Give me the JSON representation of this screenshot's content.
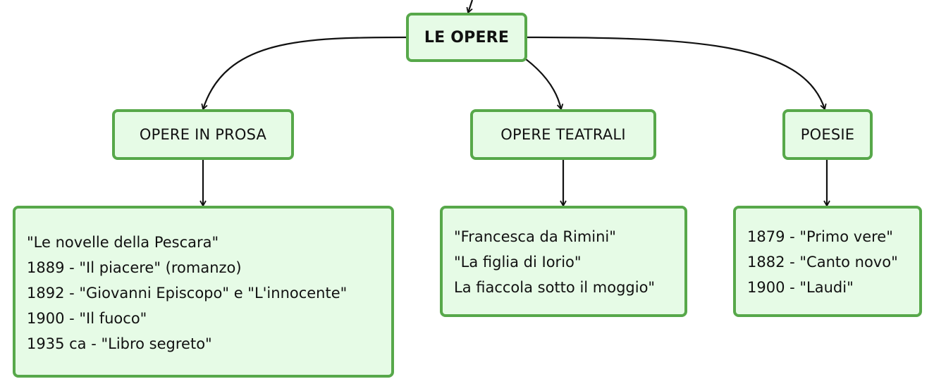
{
  "diagram": {
    "root": {
      "label": "LE OPERE"
    },
    "categories": [
      {
        "label": "OPERE IN PROSA",
        "items": [
          "\"Le novelle della Pescara\"",
          "1889 - \"Il piacere\" (romanzo)",
          "1892 - \"Giovanni Episcopo\" e \"L'innocente\"",
          "1900 - \"Il fuoco\"",
          "1935 ca - \"Libro segreto\""
        ]
      },
      {
        "label": "OPERE TEATRALI",
        "items": [
          "\"Francesca da Rimini\"",
          "\"La figlia di Iorio\"",
          "La fiaccola sotto il moggio\""
        ]
      },
      {
        "label": "POESIE",
        "items": [
          "1879 - \"Primo vere\"",
          "1882 - \"Canto novo\"",
          "1900 - \"Laudi\""
        ]
      }
    ],
    "colors": {
      "node_fill": "#e6fbe6",
      "node_border": "#57a84a",
      "connector": "#111111"
    }
  }
}
